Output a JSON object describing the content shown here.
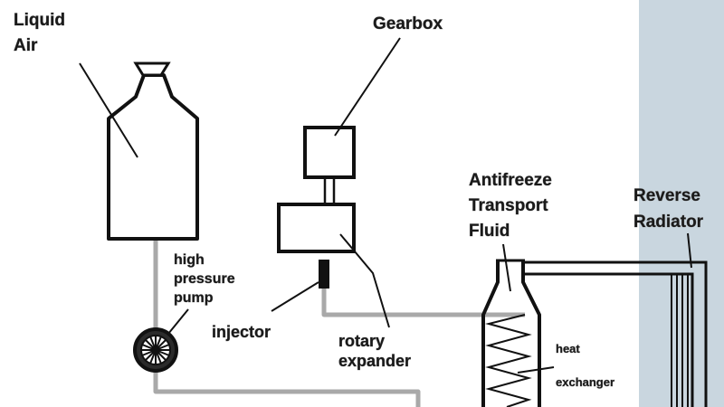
{
  "labels": {
    "liquid_air_line1": "Liquid",
    "liquid_air_line2": "Air",
    "gearbox": "Gearbox",
    "pump_line1": "high",
    "pump_line2": "pressure",
    "pump_line3": "pump",
    "injector": "injector",
    "expander_line1": "rotary",
    "expander_line2": "expander",
    "antifreeze_line1": "Antifreeze",
    "antifreeze_line2": "Transport",
    "antifreeze_line3": "Fluid",
    "radiator_line1": "Reverse",
    "radiator_line2": "Radiator",
    "heat_exchanger_line1": "heat",
    "heat_exchanger_line2": "exchanger"
  },
  "colors": {
    "background": "#ffffff",
    "outline": "#111111",
    "pipe": "#a9a9a9",
    "radiator_panel": "#c9d6df"
  }
}
